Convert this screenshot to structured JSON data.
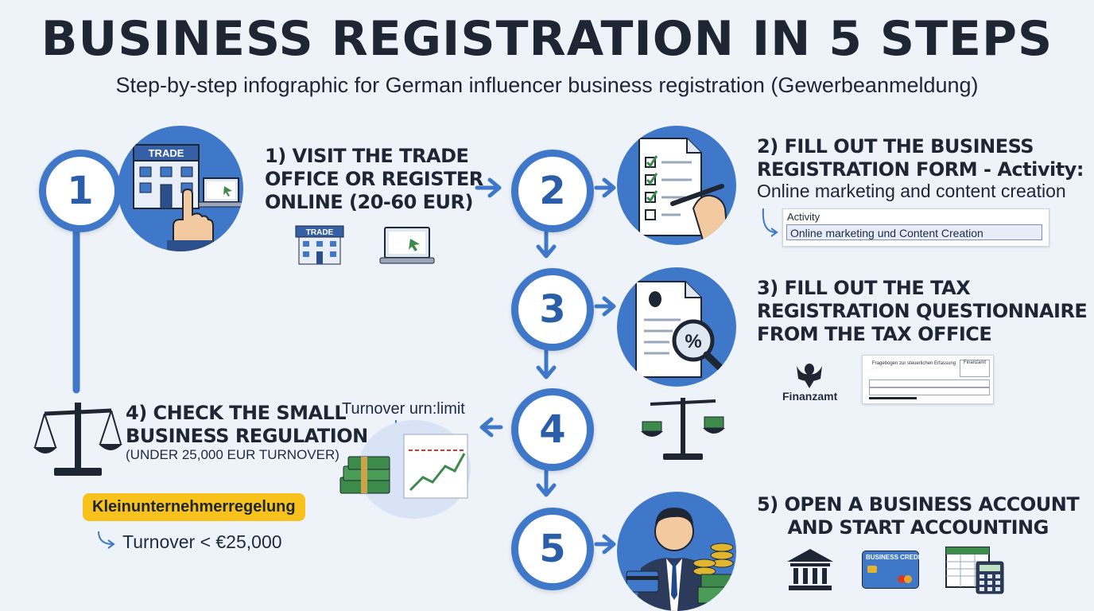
{
  "title": "BUSINESS REGISTRATION IN 5 STEPS",
  "subtitle": "Step-by-step infographic for German influencer business registration (Gewerbeanmeldung)",
  "steps": [
    {
      "number": "1",
      "heading_lines": [
        "1) VISIT THE TRADE",
        "OFFICE OR REGISTER",
        "ONLINE (20-60 EUR)"
      ],
      "illus_sign": "TRADE",
      "icon_sign": "TRADE"
    },
    {
      "number": "2",
      "heading_lines": [
        "2) FILL OUT THE BUSINESS",
        "REGISTRATION FORM - Activity:"
      ],
      "sub": "Online marketing and content creation",
      "field_label": "Activity",
      "field_value": "Online marketing und Content Creation"
    },
    {
      "number": "3",
      "heading_lines": [
        "3) FILL OUT THE TAX",
        "REGISTRATION QUESTIONNAIRE",
        "FROM THE TAX OFFICE"
      ],
      "office_label": "Finanzamt",
      "form_title": "Fragebogen zur steuerlichen Erfassung",
      "form_tag": "Finanzamt"
    },
    {
      "number": "4",
      "heading_lines": [
        "4) CHECK THE SMALL",
        "BUSINESS REGULATION"
      ],
      "sub": "(UNDER 25,000 EUR TURNOVER)",
      "chart_label": "Turnover urn:limit",
      "badge": "Kleinunternehmerregelung",
      "note": "Turnover < €25,000"
    },
    {
      "number": "5",
      "heading_lines": [
        "5) OPEN A BUSINESS ACCOUNT",
        "AND START ACCOUNTING"
      ],
      "card_label": "BUSINESS CREDI"
    }
  ],
  "colors": {
    "primary": "#3f78c8",
    "dark": "#1e2634",
    "accent": "#f7c21b",
    "money": "#3d8b4a",
    "background": "#eef3fa"
  }
}
